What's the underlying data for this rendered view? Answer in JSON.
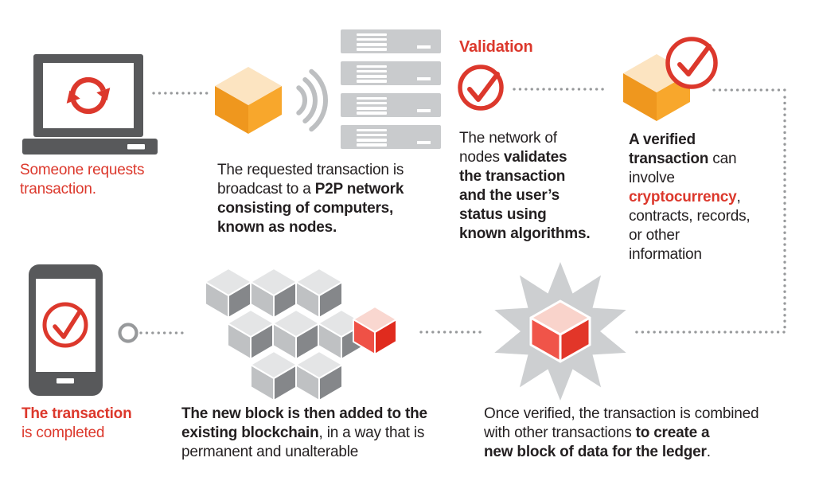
{
  "palette": {
    "red": "#DC382C",
    "orange_left": "#EF971E",
    "orange_right": "#F8A72C",
    "orange_top": "#FCE4C1",
    "dark_gray": "#58595B",
    "server_gray": "#C9CBCD",
    "dot_gray": "#97999B",
    "cube_gray_top": "#E4E5E6",
    "cube_gray_left": "#BFC1C3",
    "cube_gray_right": "#85878A",
    "star_gray": "#CDCFD1",
    "text": "#231F20"
  },
  "icons": {
    "laptop": "laptop-sync-icon",
    "broadcast_cube": "orange-cube-icon",
    "signal": "signal-waves-icon",
    "servers": "server-stack-icon",
    "validation_check": "check-circle-icon",
    "verified_cube": "verified-cube-badge-icon",
    "phone": "smartphone-check-icon",
    "blockchain": "blockchain-cubes-icon",
    "new_block": "starburst-cube-icon",
    "ring": "ring-connector-icon"
  },
  "captions": {
    "validation_title": "Validation",
    "request": {
      "segments": [
        {
          "t": "Someone requests\ntransaction.",
          "red": true
        }
      ]
    },
    "broadcast": {
      "segments": [
        {
          "t": "The requested transaction is\nbroadcast to a "
        },
        {
          "t": "P2P network\nconsisting of computers,\nknown as nodes.",
          "b": true
        }
      ]
    },
    "validate": {
      "segments": [
        {
          "t": "The network of\nnodes "
        },
        {
          "t": "validates\nthe transaction\nand the user’s\nstatus using\nknown algorithms.",
          "b": true
        }
      ]
    },
    "verified": {
      "segments": [
        {
          "t": "A verified\ntransaction",
          "b": true
        },
        {
          "t": " can\ninvolve\n"
        },
        {
          "t": "cryptocurrency",
          "b": true,
          "red": true
        },
        {
          "t": ",\ncontracts, records,\nor other\ninformation"
        }
      ]
    },
    "completed": {
      "segments": [
        {
          "t": "The transaction",
          "b": true,
          "red": true
        },
        {
          "t": "\nis completed",
          "red": true
        }
      ]
    },
    "new_block": {
      "segments": [
        {
          "t": "The new block is then added to the\nexisting blockchain",
          "b": true
        },
        {
          "t": ", in a way that is\npermanent and unalterable"
        }
      ]
    },
    "combined": {
      "segments": [
        {
          "t": "Once verified, the transaction is combined\nwith other transactions "
        },
        {
          "t": "to create a\nnew block of data for the ledger",
          "b": true
        },
        {
          "t": "."
        }
      ]
    }
  }
}
